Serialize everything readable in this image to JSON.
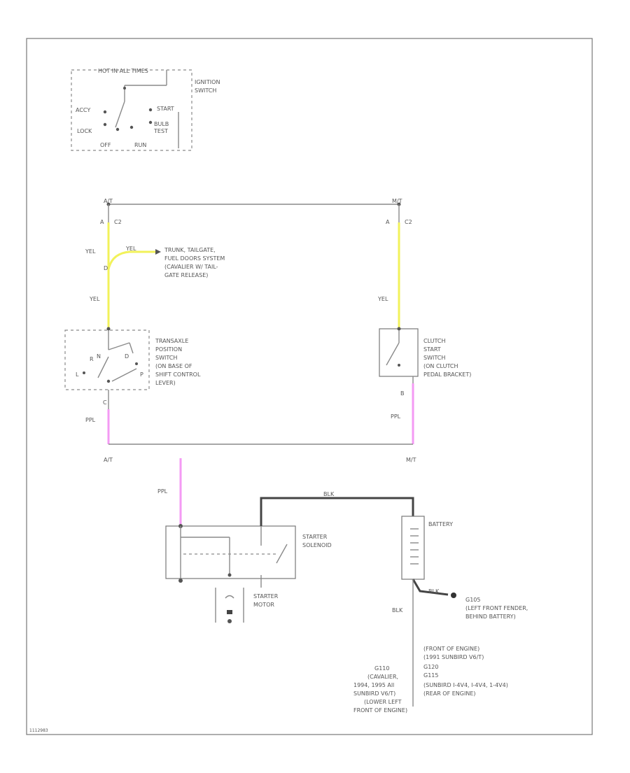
{
  "ignition": {
    "header": "HOT IN ALL TIMES",
    "title": "IGNITION SWITCH",
    "positions": {
      "accy": "ACCY",
      "lock": "LOCK",
      "off": "OFF",
      "run": "RUN",
      "start": "START",
      "bulb_test": "BULB TEST"
    }
  },
  "connectors": {
    "at_top": "A/T",
    "mt_top": "M/T",
    "a_left": "A",
    "c2_left": "C2",
    "a_right": "A",
    "c2_right": "C2",
    "c_bottom": "C",
    "b_bottom": "B",
    "at_bottom": "A/T",
    "mt_bottom": "M/T",
    "splice": "D"
  },
  "wires": {
    "yel_1": "YEL",
    "yel_branch": "YEL",
    "yel_2": "YEL",
    "yel_right": "YEL",
    "ppl_left": "PPL",
    "ppl_right": "PPL",
    "ppl_solenoid": "PPL",
    "blk_top": "BLK",
    "blk_ground": "BLK",
    "blk_main": "BLK"
  },
  "components": {
    "trunk_note": [
      "TRUNK, TAILGATE,",
      "FUEL DOORS SYSTEM",
      "(CAVALIER W/ TAIL-",
      "GATE RELEASE)"
    ],
    "transaxle": [
      "TRANSAXLE",
      "POSITION",
      "SWITCH",
      "(ON BASE OF",
      "SHIFT CONTROL",
      "LEVER)"
    ],
    "transaxle_positions": {
      "r": "R",
      "n": "N",
      "d": "D",
      "l": "L",
      "p": "P"
    },
    "clutch": [
      "CLUTCH",
      "START",
      "SWITCH",
      "(ON CLUTCH",
      "PEDAL BRACKET)"
    ],
    "starter_solenoid": [
      "STARTER",
      "SOLENOID"
    ],
    "starter_motor": [
      "STARTER",
      "MOTOR"
    ],
    "battery": "BATTERY",
    "g105": [
      "G105",
      "(LEFT FRONT FENDER,",
      "BEHIND BATTERY)"
    ],
    "g110": [
      "G110",
      "(CAVALIER,",
      "1994, 1995 All",
      "SUNBIRD V6/T)",
      "(LOWER LEFT",
      "FRONT OF ENGINE)"
    ],
    "g_right": [
      "(FRONT OF ENGINE)",
      "(1991 SUNBIRD V6/T)",
      "G120",
      "G115",
      "(SUNBIRD I-4V4, I-4V4, 1-4V4)",
      "(REAR OF ENGINE)"
    ]
  },
  "footer_code": "1112983"
}
